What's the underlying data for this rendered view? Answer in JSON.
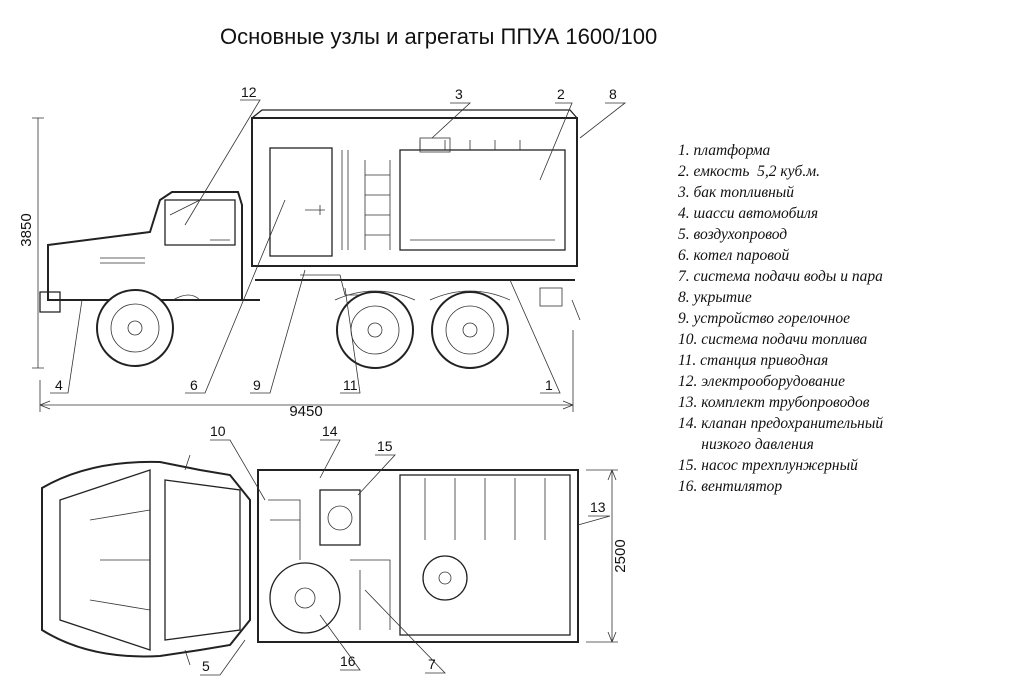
{
  "title": "Основные узлы и агрегаты ППУА 1600/100",
  "legend": [
    "1. платформа",
    "2. емкость  5,2 куб.м.",
    "3. бак топливный",
    "4. шасси автомобиля",
    "5. воздухопровод",
    "6. котел паровой",
    "7. система подачи воды и пара",
    "8. укрытие",
    "9. устройство горелочное",
    "10. система подачи топлива",
    "11. станция приводная",
    "12. электрооборудование",
    "13. комплект трубопроводов",
    "14. клапан предохранительный",
    "      низкого давления",
    "15. насос трехплунжерный",
    "16. вентилятор"
  ],
  "dimensions": {
    "height": "3850",
    "length": "9450",
    "width": "2500"
  },
  "callouts": {
    "c1": "1",
    "c2": "2",
    "c3": "3",
    "c4": "4",
    "c5": "5",
    "c6": "6",
    "c7": "7",
    "c8": "8",
    "c9": "9",
    "c10": "10",
    "c11": "11",
    "c12": "12",
    "c13": "13",
    "c14": "14",
    "c15": "15",
    "c16": "16"
  }
}
